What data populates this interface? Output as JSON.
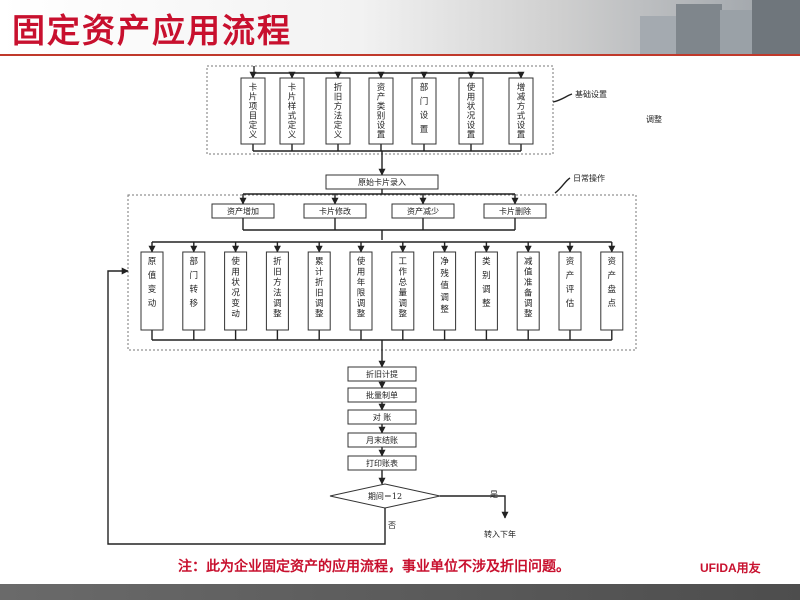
{
  "title": "固定资产应用流程",
  "groups": {
    "setup_label": "基础设置",
    "adjust_label": "调整",
    "daily_label": "日常操作"
  },
  "top_boxes": [
    "卡片项目定义",
    "卡片样式定义",
    "折旧方法定义",
    "资产类别设置",
    "部门设置",
    "使用状况设置",
    "增减方式设置"
  ],
  "card_entry": "原始卡片录入",
  "ops_boxes": [
    "资产增加",
    "卡片修改",
    "资产减少",
    "卡片删除"
  ],
  "change_boxes": [
    "原值变动",
    "部门转移",
    "使用状况变动",
    "折旧方法调整",
    "累计折旧调整",
    "使用年限调整",
    "工作总量调整",
    "净残值调整",
    "类别调整",
    "减值准备调整",
    "资产评估",
    "资产盘点"
  ],
  "process_steps": [
    "折旧计提",
    "批量制单",
    "对    账",
    "月末结账",
    "打印账表"
  ],
  "decision": "期间＝12",
  "yes_label": "是",
  "no_label": "否",
  "next_year": "转入下年",
  "note": "注：此为企业固定资产的应用流程，事业单位不涉及折旧问题。",
  "brand": "UFIDA用友"
}
